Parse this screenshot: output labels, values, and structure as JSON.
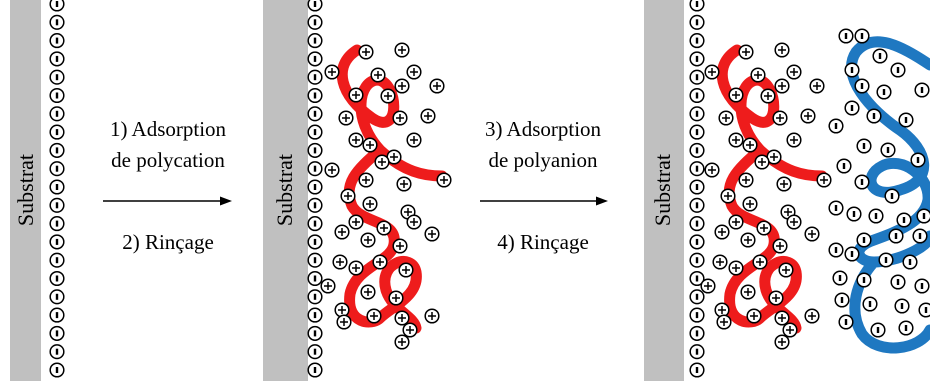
{
  "panels": [
    {
      "substrate_label": "Substrat",
      "charges": [
        "−"
      ],
      "chains": []
    },
    {
      "substrate_label": "Substrat",
      "charges": [
        "−",
        "+"
      ],
      "chains": [
        {
          "kind": "polycation",
          "color": "#ee1c1c",
          "charge": "+"
        }
      ]
    },
    {
      "substrate_label": "Substrat",
      "charges": [
        "−",
        "+"
      ],
      "chains": [
        {
          "kind": "polycation",
          "color": "#ee1c1c",
          "charge": "+"
        },
        {
          "kind": "polyanion",
          "color": "#1f78c1",
          "charge": "−"
        }
      ]
    }
  ],
  "arrows": [
    {
      "step_a": "1) Adsorption",
      "step_a2": "de polycation",
      "step_b": "2) Rinçage"
    },
    {
      "step_a": "3) Adsorption",
      "step_a2": "de polyanion",
      "step_b": "4) Rinçage"
    }
  ],
  "colors": {
    "substrate": "#c0c0c0",
    "polycation": "#ee1c1c",
    "polyanion": "#1f78c1",
    "arrow": "#000000"
  }
}
